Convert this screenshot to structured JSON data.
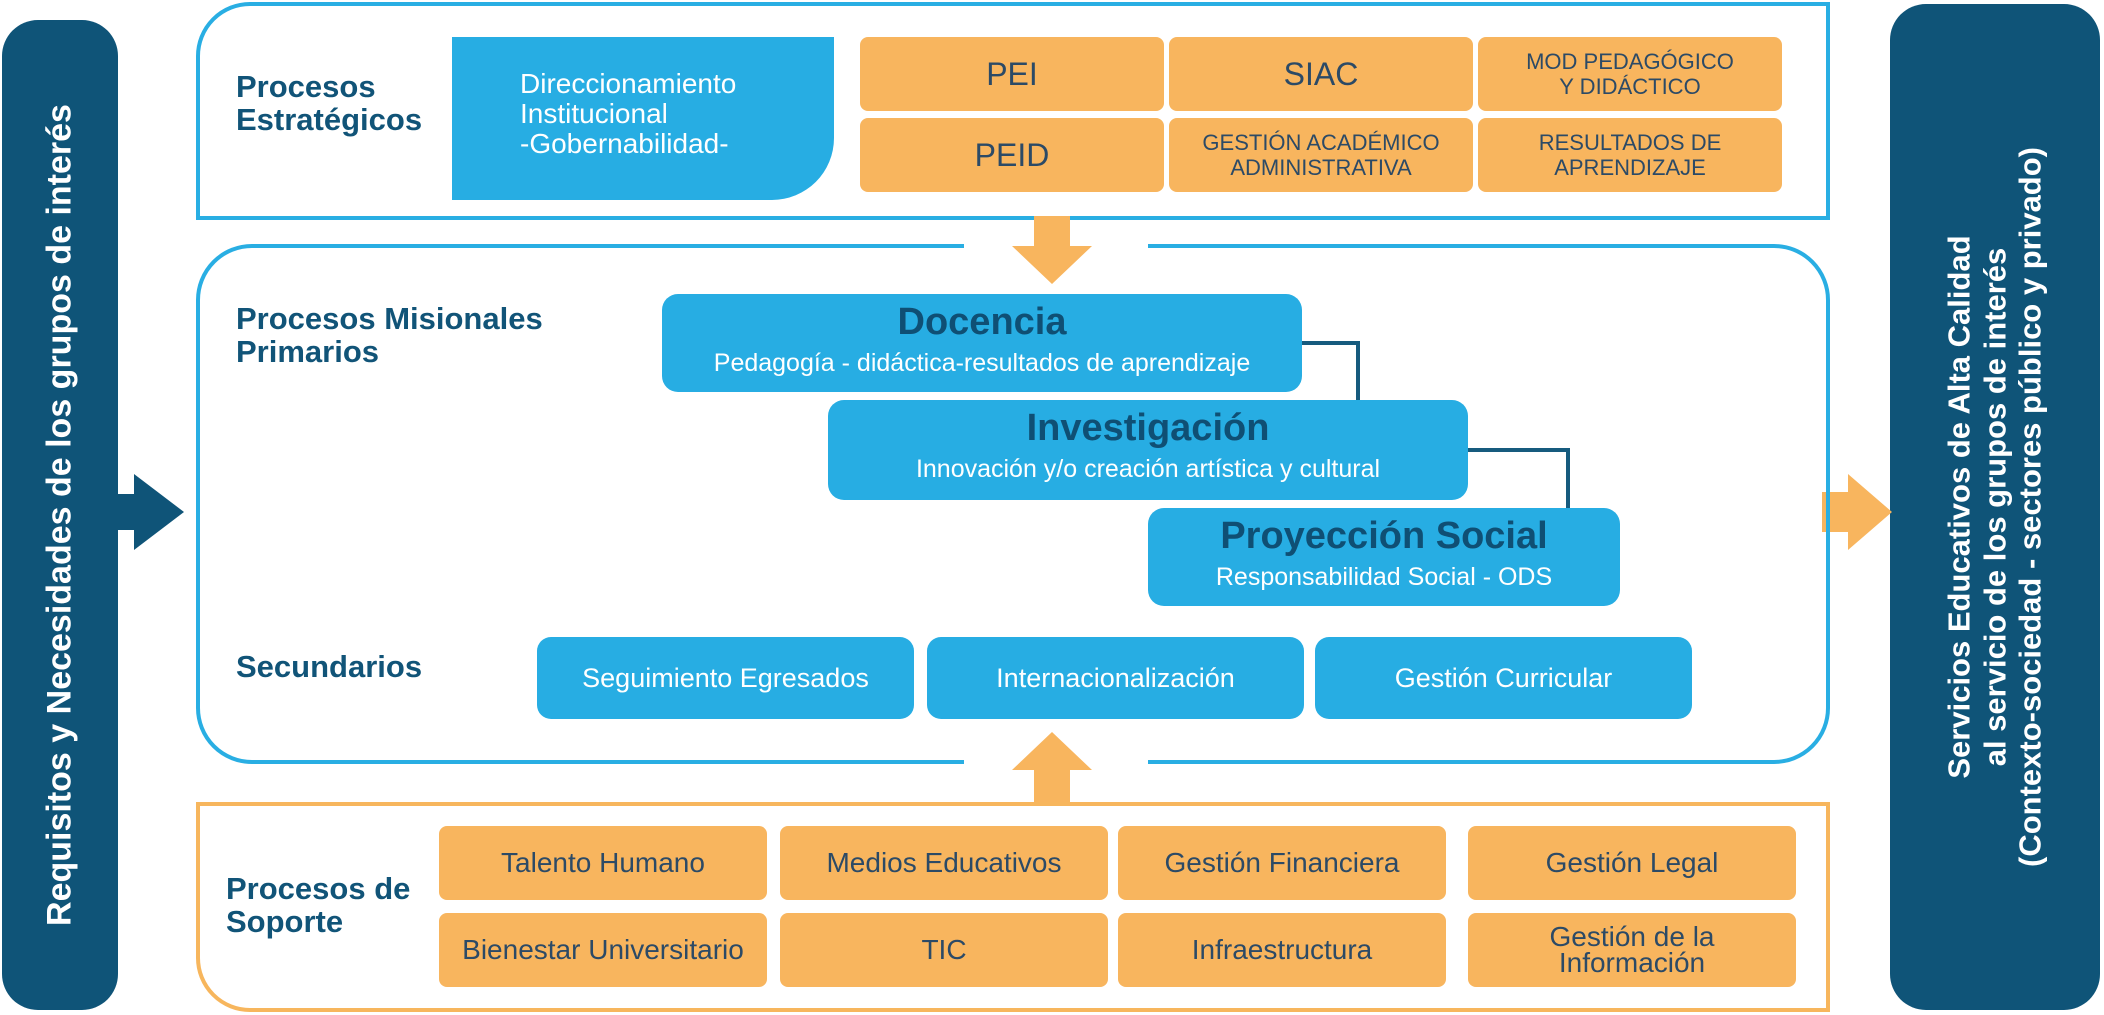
{
  "left_bar": {
    "text": "Requisitos y Necesidades de los grupos de interés"
  },
  "right_bar": {
    "lines": [
      "Servicios Educativos de Alta Calidad",
      "al servicio de los grupos de interés",
      "(Contexto-sociedad - sectores público y privado)"
    ]
  },
  "estrategicos": {
    "label_line1": "Procesos",
    "label_line2": "Estratégicos",
    "direccionamiento": {
      "line1": "Direccionamiento",
      "line2": "Institucional",
      "line3": "-Gobernabilidad-"
    },
    "boxes": [
      {
        "line1": "PEI",
        "line2": ""
      },
      {
        "line1": "SIAC",
        "line2": ""
      },
      {
        "line1": "MOD PEDAGÓGICO",
        "line2": "Y DIDÁCTICO"
      },
      {
        "line1": "PEID",
        "line2": ""
      },
      {
        "line1": "GESTIÓN ACADÉMICO",
        "line2": "ADMINISTRATIVA"
      },
      {
        "line1": "RESULTADOS DE",
        "line2": "APRENDIZAJE"
      }
    ]
  },
  "misionales": {
    "label_line1": "Procesos Misionales",
    "label_line2": "Primarios",
    "primarios": [
      {
        "title": "Docencia",
        "subtitle": "Pedagogía - didáctica-resultados de aprendizaje"
      },
      {
        "title": "Investigación",
        "subtitle": "Innovación y/o creación artística y cultural"
      },
      {
        "title": "Proyección Social",
        "subtitle": "Responsabilidad Social - ODS"
      }
    ],
    "secundarios_label": "Secundarios",
    "secundarios": [
      "Seguimiento Egresados",
      "Internacionalización",
      "Gestión Curricular"
    ]
  },
  "soporte": {
    "label_line1": "Procesos de",
    "label_line2": "Soporte",
    "boxes": [
      {
        "line1": "Talento Humano",
        "line2": ""
      },
      {
        "line1": "Medios Educativos",
        "line2": ""
      },
      {
        "line1": "Gestión Financiera",
        "line2": ""
      },
      {
        "line1": "Gestión Legal",
        "line2": ""
      },
      {
        "line1": "Bienestar Universitario",
        "line2": ""
      },
      {
        "line1": "TIC",
        "line2": ""
      },
      {
        "line1": "Infraestructura",
        "line2": ""
      },
      {
        "line1": "Gestión de la",
        "line2": "Información"
      }
    ]
  },
  "colors": {
    "navy": "#0f5478",
    "blue": "#27ade3",
    "orange": "#f8b55e",
    "label": "#115478"
  }
}
